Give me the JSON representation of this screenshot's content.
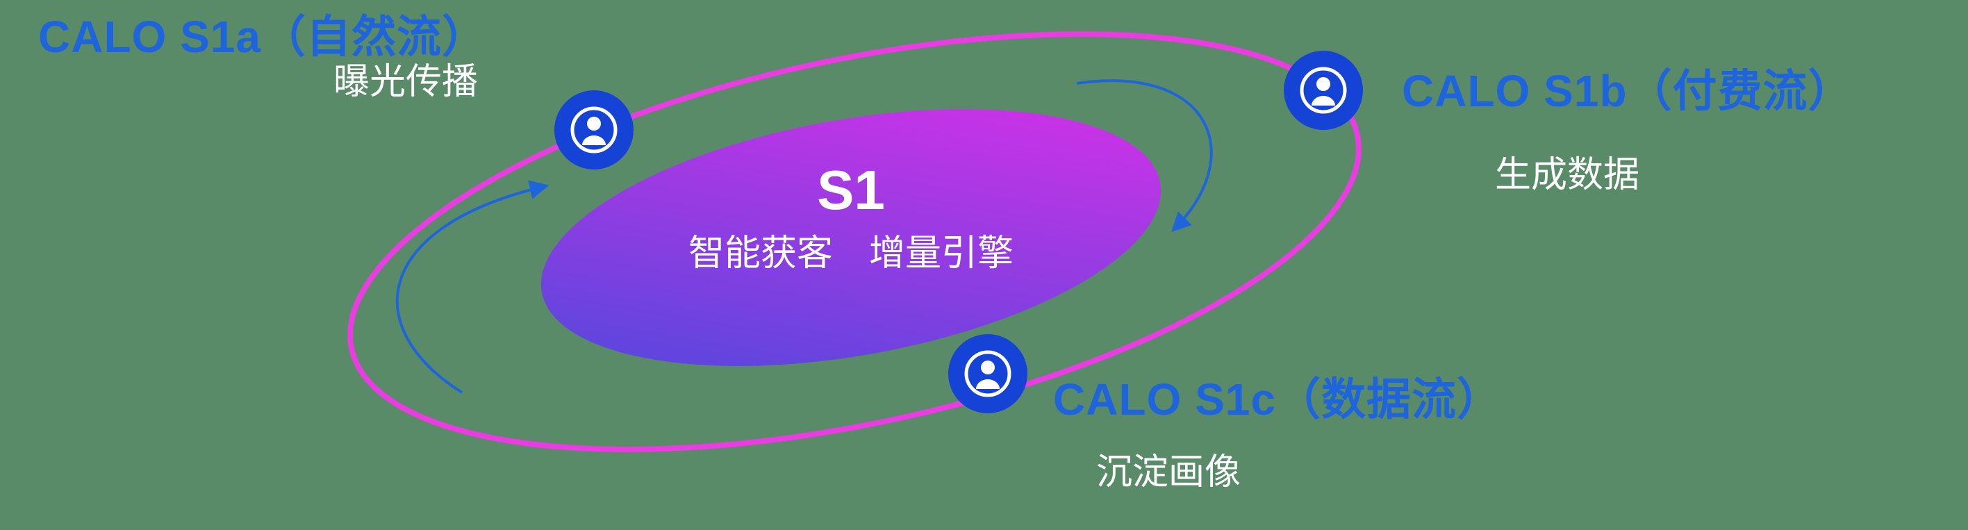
{
  "diagram": {
    "background_color": "#5a8b69",
    "ring_color": "#e93ce1",
    "accent_blue": "#1e64dd",
    "node_color": "#1443d6",
    "center": {
      "title": "S1",
      "subtitle": "智能获客　增量引擎",
      "gradient_start": "#4a49dc",
      "gradient_end": "#d930e8"
    },
    "nodes": [
      {
        "label": "CALO S1a（自然流）",
        "sublabel": "曝光传播"
      },
      {
        "label": "CALO S1b（付费流）",
        "sublabel": "生成数据"
      },
      {
        "label": "CALO S1c（数据流）",
        "sublabel": "沉淀画像"
      }
    ]
  }
}
